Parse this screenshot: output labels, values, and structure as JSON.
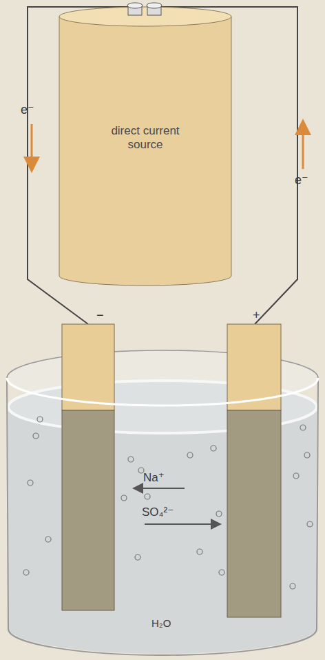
{
  "diagram": {
    "nodes": [
      {
        "text": [
          "direct current source"
        ]
      }
    ],
    "labels": [
      "e⁻",
      "e⁻",
      "−",
      "+",
      "Na⁺",
      "SO₄²⁻",
      "H₂O"
    ]
  }
}
